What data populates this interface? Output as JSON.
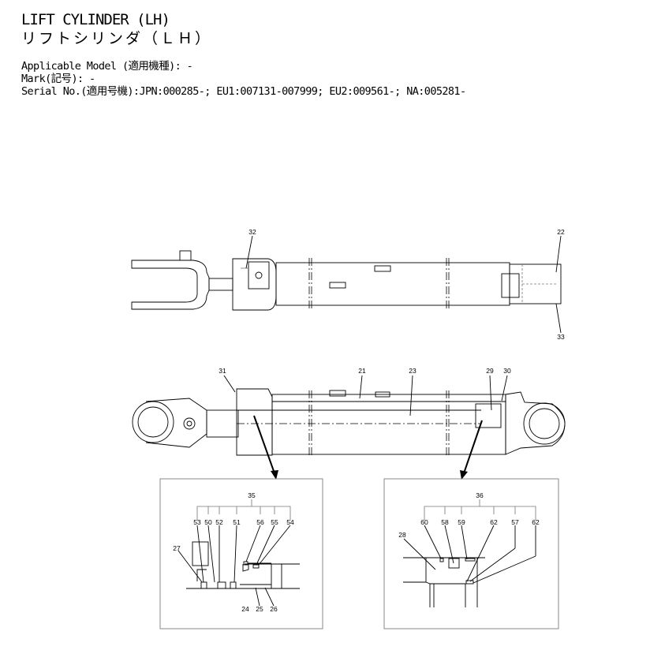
{
  "header": {
    "title_en": "LIFT CYLINDER (LH)",
    "title_jp": "リフトシリンダ（ＬＨ）",
    "applicable_model": "Applicable Model (適用機種): -",
    "mark": "Mark(記号): -",
    "serial": "Serial No.(適用号機):JPN:000285-; EU1:007131-007999; EU2:009561-; NA:005281-"
  },
  "top_view": {
    "callouts": [
      "32",
      "22",
      "33"
    ]
  },
  "side_view": {
    "callouts": [
      "31",
      "21",
      "23",
      "29",
      "30"
    ]
  },
  "detail_left": {
    "group": "35",
    "callouts": [
      "53",
      "50",
      "52",
      "51",
      "56",
      "55",
      "54"
    ],
    "other": [
      "27",
      "24",
      "25",
      "26"
    ]
  },
  "detail_right": {
    "group": "36",
    "callouts": [
      "60",
      "58",
      "59",
      "62",
      "57",
      "62"
    ],
    "other": [
      "28"
    ]
  }
}
